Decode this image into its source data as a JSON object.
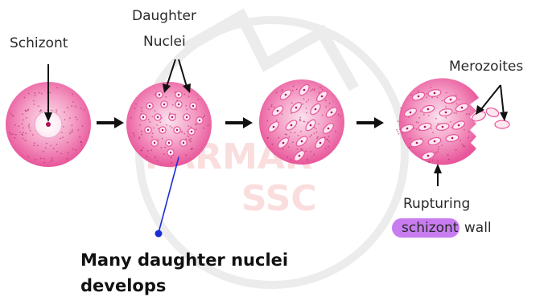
{
  "labels": {
    "schizont": "Schizont",
    "daughter_nuclei_line1": "Daughter",
    "daughter_nuclei_line2": "Nuclei",
    "merozoites": "Merozoites",
    "rupturing_line1": "Rupturing",
    "rupturing_highlight": "schizont",
    "rupturing_rest": " wall"
  },
  "annotation": {
    "line1": "Many daughter nuclei",
    "line2": "develops"
  },
  "watermark": {
    "text_line1": "PARMAR",
    "text_line2": "SSC"
  },
  "colors": {
    "cell_pink": "#e8559a",
    "cell_light": "#f7c4dc",
    "arrow_black": "#111111",
    "annotation_blue": "#1a2fd6",
    "highlight_purple": "#c87cf0",
    "watermark_red": "#e64a4a",
    "watermark_grey": "#cfcfcf"
  }
}
